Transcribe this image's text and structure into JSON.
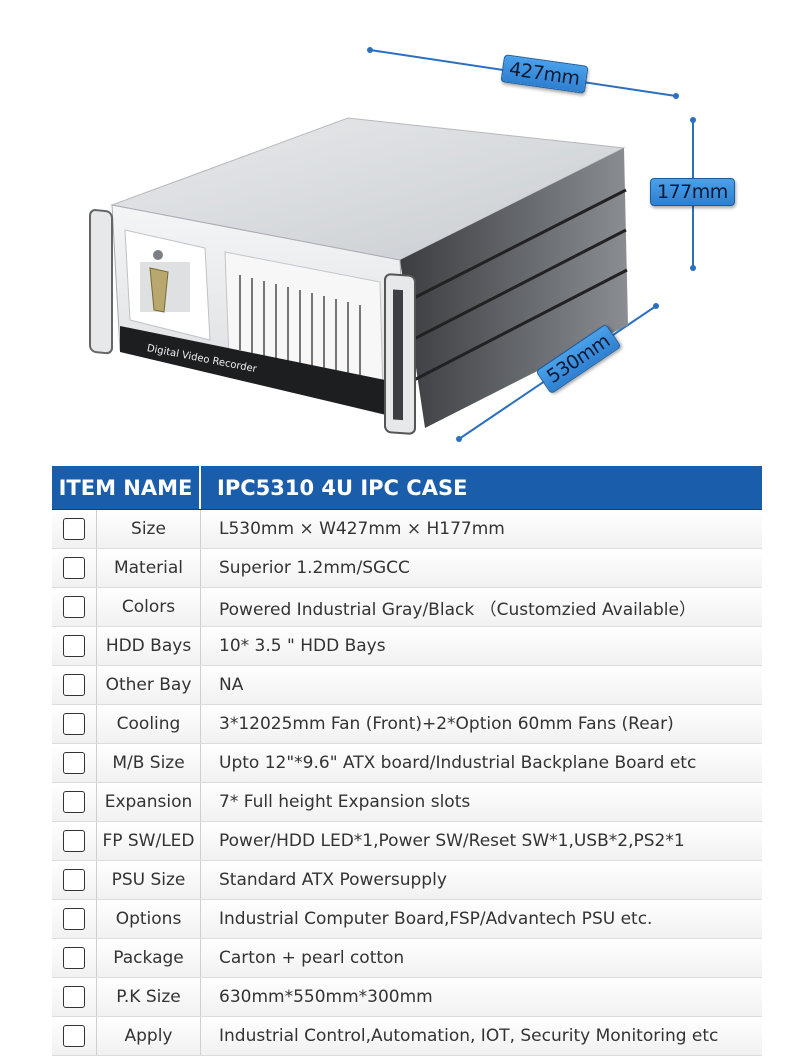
{
  "dimensions": {
    "width": "427mm",
    "height": "177mm",
    "depth": "530mm"
  },
  "front_label": "Digital Video Recorder",
  "table": {
    "header_name": "ITEM NAME",
    "header_value": "IPC5310 4U IPC CASE",
    "rows": [
      {
        "icon": "size-icon",
        "name": "Size",
        "value": "L530mm × W427mm × H177mm"
      },
      {
        "icon": "material-icon",
        "name": "Material",
        "value": "Superior 1.2mm/SGCC"
      },
      {
        "icon": "palette-icon",
        "name": "Colors",
        "value": "Powered Industrial Gray/Black （Customzied Available）"
      },
      {
        "icon": "hdd-icon",
        "name": "HDD Bays",
        "value": "10* 3.5 \" HDD Bays"
      },
      {
        "icon": "phone-icon",
        "name": "Other Bay",
        "value": "NA"
      },
      {
        "icon": "fan-icon",
        "name": "Cooling",
        "value": "3*12025mm Fan (Front)+2*Option 60mm Fans (Rear)"
      },
      {
        "icon": "board-icon",
        "name": "M/B Size",
        "value": "Upto 12\"*9.6\" ATX board/Industrial Backplane Board etc"
      },
      {
        "icon": "sliders-icon",
        "name": "Expansion",
        "value": "7* Full height Expansion slots"
      },
      {
        "icon": "monitor-icon",
        "name": "FP SW/LED",
        "value": "Power/HDD LED*1,Power SW/Reset SW*1,USB*2,PS2*1"
      },
      {
        "icon": "plug-icon",
        "name": "PSU Size",
        "value": "Standard ATX Powersupply"
      },
      {
        "icon": "folder-icon",
        "name": "Options",
        "value": "Industrial Computer Board,FSP/Advantech PSU etc."
      },
      {
        "icon": "package-icon",
        "name": "Package",
        "value": "Carton + pearl cotton"
      },
      {
        "icon": "ruler-icon",
        "name": "P.K Size",
        "value": "630mm*550mm*300mm"
      },
      {
        "icon": "target-icon",
        "name": "Apply",
        "value": "Industrial Control,Automation, IOT, Security Monitoring etc"
      }
    ]
  }
}
